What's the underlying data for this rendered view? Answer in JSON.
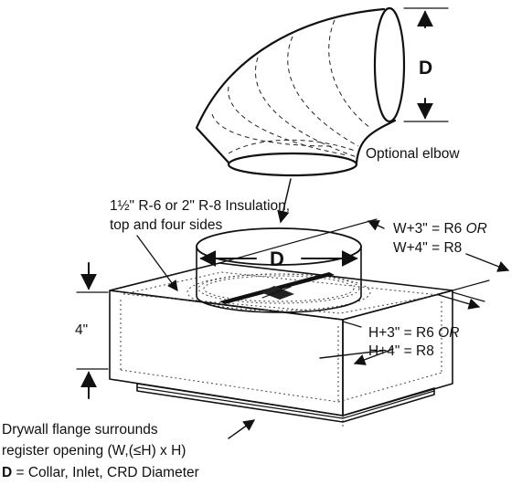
{
  "labels": {
    "elbow_diameter": "D",
    "optional_elbow": "Optional elbow",
    "insulation_line1": "1½\" R-6 or 2\" R-8 Insulation,",
    "insulation_line2": "top and four sides",
    "collar_diameter": "D",
    "width_r6_prefix": "W+3\" = R6 ",
    "width_or_1": "OR",
    "width_r8": "W+4\" = R8",
    "height_r6_prefix": "H+3\" = R6 ",
    "height_or_2": "OR",
    "height_r8": "H+4\" = R8",
    "box_height": "4\"",
    "flange_line1": "Drywall flange surrounds",
    "flange_line2": "register opening (W,(≤H) x H)",
    "legend_d": "D",
    "legend_text": " = Collar, Inlet, CRD Diameter"
  }
}
